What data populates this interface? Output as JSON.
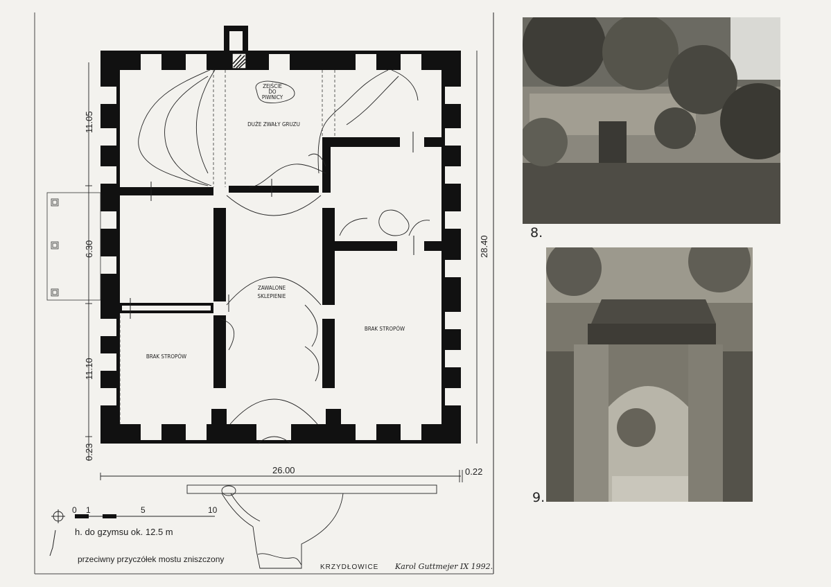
{
  "plan": {
    "rooms": {
      "stairs_note_line1": "ZEJŚCIE",
      "stairs_note_line2": "DO",
      "stairs_note_line3": "PIWNICY",
      "rubble": "DUŻE ZWAŁY GRUZU",
      "vault_line1": "ZAWALONE",
      "vault_line2": "SKLEPIENIE",
      "no_ceiling_left": "BRAK STROPÓW",
      "no_ceiling_right": "BRAK STROPÓW"
    },
    "dimensions": {
      "left_top": "11.05",
      "left_middle": "6.30",
      "left_bottom": "11.10",
      "left_small": "0.23",
      "right_total": "28.40",
      "bottom_total": "26.00",
      "bottom_extra": "0.22"
    },
    "scale": {
      "tick_0": "0",
      "tick_1": "1",
      "tick_5": "5",
      "tick_10": "10"
    },
    "cornice_height": "h. do gzymsu ok. 12.5 m",
    "bridge_note": "przeciwny przyczółek mostu zniszczony",
    "place": "KRZYDŁOWICE",
    "signature": "Karol Guttmejer IX 1992."
  },
  "photos": {
    "top_number": "8.",
    "bottom_number": "9."
  }
}
